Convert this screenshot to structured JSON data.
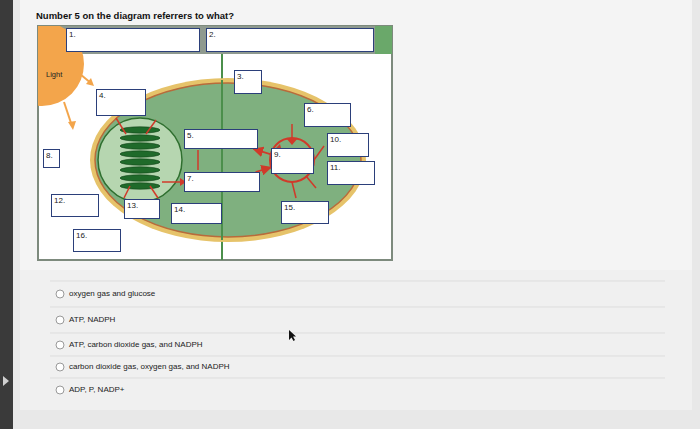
{
  "diagram": {
    "title": "Number 5 on the diagram referrers to what?",
    "nodes": [
      {
        "text": [
          "1."
        ]
      },
      {
        "text": [
          "2."
        ]
      },
      {
        "text": [
          "3."
        ]
      },
      {
        "text": [
          "4."
        ]
      },
      {
        "text": [
          "5."
        ]
      },
      {
        "text": [
          "6."
        ]
      },
      {
        "text": [
          "7."
        ]
      },
      {
        "text": [
          "8."
        ]
      },
      {
        "text": [
          "9."
        ]
      },
      {
        "text": [
          "10."
        ]
      },
      {
        "text": [
          "11."
        ]
      },
      {
        "text": [
          "12."
        ]
      },
      {
        "text": [
          "13."
        ]
      },
      {
        "text": [
          "14."
        ]
      },
      {
        "text": [
          "15."
        ]
      },
      {
        "text": [
          "16."
        ]
      }
    ],
    "edges": [
      {
        "from": 6,
        "to": 8,
        "arrow": "to"
      },
      {
        "from": 8,
        "to": 4,
        "arrow": "to"
      }
    ],
    "labels": [
      "Light",
      "oxygen gas and glucose",
      "ATP, NADPH",
      "ATP, carbon dioxide gas, and NADPH",
      "carbon dioxide gas, oxygen gas, and NADPH",
      "ADP, P, NADP+"
    ]
  }
}
